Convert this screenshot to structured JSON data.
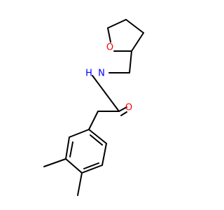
{
  "molecule": {
    "atoms": {
      "oxygen_ring": "O",
      "nitrogen": "N",
      "hydrogen_on_nitrogen": "H",
      "oxygen_carbonyl": "O"
    },
    "colors": {
      "bond": "#000000",
      "oxygen": "#ff0000",
      "nitrogen": "#0000ff"
    }
  }
}
